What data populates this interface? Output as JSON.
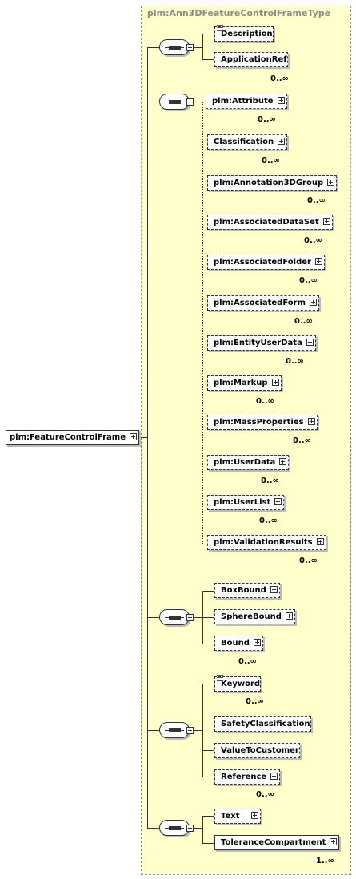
{
  "type_name": "plm:Ann3DFeatureControlFrameType",
  "root": {
    "label": "plm:FeatureControlFrame"
  },
  "groups": [
    {
      "items": [
        {
          "label": "Description",
          "card": ""
        },
        {
          "label": "ApplicationRef",
          "card": "0..∞"
        }
      ]
    },
    {
      "items": [
        {
          "label": "plm:Attribute",
          "card": "0..∞"
        },
        {
          "label": "Classification",
          "card": "0..∞"
        },
        {
          "label": "plm:Annotation3DGroup",
          "card": "0..∞"
        },
        {
          "label": "plm:AssociatedDataSet",
          "card": "0..∞"
        },
        {
          "label": "plm:AssociatedFolder",
          "card": "0..∞"
        },
        {
          "label": "plm:AssociatedForm",
          "card": "0..∞"
        },
        {
          "label": "plm:EntityUserData",
          "card": "0..∞"
        },
        {
          "label": "plm:Markup",
          "card": "0..∞"
        },
        {
          "label": "plm:MassProperties",
          "card": "0..∞"
        },
        {
          "label": "plm:UserData",
          "card": "0..∞"
        },
        {
          "label": "plm:UserList",
          "card": "0..∞"
        },
        {
          "label": "plm:ValidationResults",
          "card": "0..∞"
        }
      ]
    },
    {
      "items": [
        {
          "label": "BoxBound",
          "card": ""
        },
        {
          "label": "SphereBound",
          "card": ""
        },
        {
          "label": "Bound",
          "card": "0..∞"
        }
      ]
    },
    {
      "items": [
        {
          "label": "Keyword",
          "card": "0..∞"
        },
        {
          "label": "SafetyClassification",
          "card": ""
        },
        {
          "label": "ValueToCustomer",
          "card": ""
        },
        {
          "label": "Reference",
          "card": "0..∞"
        }
      ]
    },
    {
      "items": [
        {
          "label": "Text",
          "card": ""
        },
        {
          "label": "ToleranceCompartment",
          "card": "1..∞"
        }
      ]
    }
  ]
}
